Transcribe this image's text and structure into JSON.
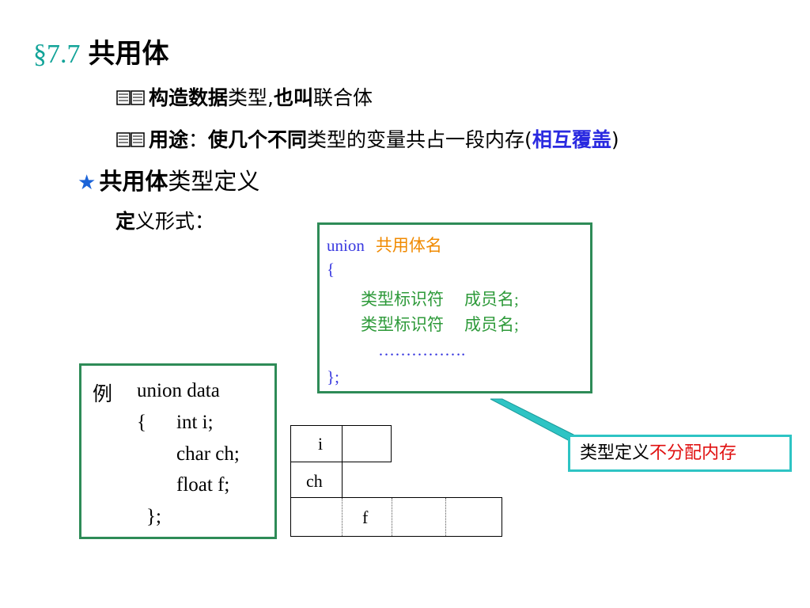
{
  "title": {
    "section_mark": "§",
    "number": "7.7",
    "text": "共用体"
  },
  "bullet1": {
    "icon": "book-icon",
    "bold1": "构造数据",
    "normal1": "类型,",
    "bold2": "也叫",
    "normal2": "联合体"
  },
  "bullet2": {
    "icon": "book-icon",
    "bold1": "用途",
    "colon": "：",
    "bold2": "使几个不同",
    "normal1": "类型的变量共占一段内存(",
    "highlight": "相互覆盖",
    "close": ")"
  },
  "section": {
    "icon": "star-icon",
    "bold": "共用体",
    "normal": "类型定义"
  },
  "form_label": {
    "bold": "定",
    "normal": "义形式："
  },
  "definition": {
    "keyword": "union",
    "name": "共用体名",
    "open": "{",
    "member1_type": "类型标识符",
    "member1_name": "成员名;",
    "member2_type": "类型标识符",
    "member2_name": "成员名;",
    "ellipsis": "…………….",
    "close": "};"
  },
  "example": {
    "label": "例",
    "line1": "union data",
    "open": "{",
    "line2": "int i;",
    "line3": "char ch;",
    "line4": "float f;",
    "close": "};"
  },
  "memory": {
    "i": "i",
    "ch": "ch",
    "f": "f"
  },
  "note": {
    "normal": "类型定义",
    "red": "不分配内存"
  },
  "colors": {
    "title": "#11a398",
    "box_border": "#2e8b57",
    "note_border": "#2ec4c4",
    "keyword": "#3a3ae0",
    "orange": "#f08a00",
    "green": "#2e9a3a",
    "red": "#e01010"
  }
}
